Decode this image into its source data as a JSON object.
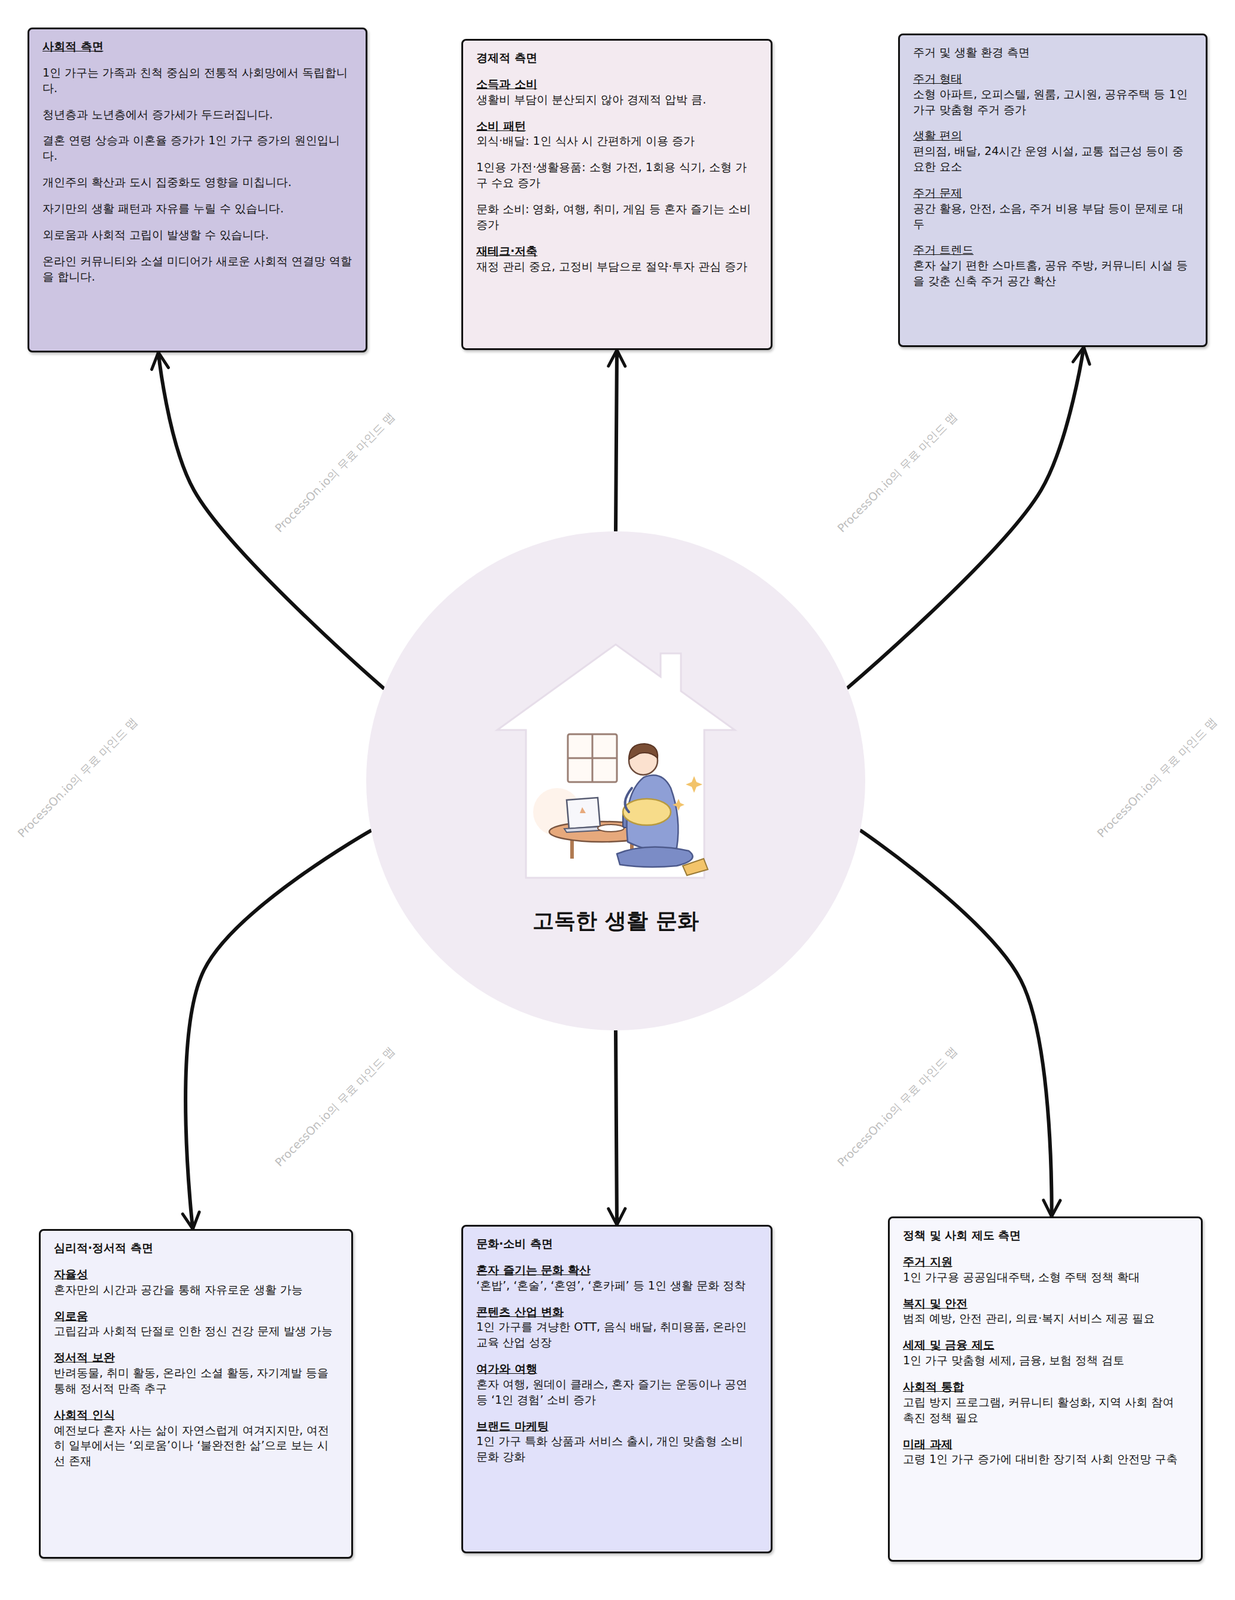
{
  "diagram": {
    "nodes": [
      {
        "text": [
          "사회적 측면",
          "1인 가구는 가족과 친척 중심의 전통적 사회망에서 독립합니다.",
          "청년층과 노년층에서 증가세가 두드러집니다.",
          "결혼 연령 상승과 이혼율 증가가 1인 가구 증가의 원인입니다.",
          "개인주의 확산과 도시 집중화도 영향을 미칩니다.",
          "자기만의 생활 패턴과 자유를 누릴 수 있습니다.",
          "외로움과 사회적 고립이 발생할 수 있습니다.",
          "온라인 커뮤니티와 소셜 미디어가 새로운 사회적 연결망 역할을 합니다."
        ]
      },
      {
        "text": [
          "경제적 측면",
          "소득과 소비",
          "생활비 부담이 분산되지 않아 경제적 압박 큼.",
          "소비 패턴",
          "외식·배달: 1인 식사 시 간편하게 이용 증가",
          "1인용 가전·생활용품: 소형 가전, 1회용 식기, 소형 가구 수요 증가",
          "문화 소비: 영화, 여행, 취미, 게임 등 혼자 즐기는 소비 증가",
          "재테크·저축",
          "재정 관리 중요, 고정비 부담으로 절약·투자 관심 증가"
        ]
      },
      {
        "text": [
          "주거 및 생활 환경 측면",
          "주거 형태",
          "소형 아파트, 오피스텔, 원룸, 고시원, 공유주택 등 1인 가구 맞춤형 주거 증가",
          "생활 편의",
          "편의점, 배달, 24시간 운영 시설, 교통 접근성 등이 중요한 요소",
          "주거 문제",
          "공간 활용, 안전, 소음, 주거 비용 부담 등이 문제로 대두",
          "주거 트렌드",
          "혼자 살기 편한 스마트홈, 공유 주방, 커뮤니티 시설 등을 갖춘 신축 주거 공간 확산"
        ]
      },
      {
        "text": [
          "고독한 생활 문화"
        ]
      },
      {
        "text": [
          "심리적·정서적 측면",
          "자율성",
          "혼자만의 시간과 공간을 통해 자유로운 생활 가능",
          "외로움",
          "고립감과 사회적 단절로 인한 정신 건강 문제 발생 가능",
          "정서적 보완",
          "반려동물, 취미 활동, 온라인 소셜 활동, 자기계발 등을 통해 정서적 만족 추구",
          "사회적 인식",
          "예전보다 혼자 사는 삶이 자연스럽게 여겨지지만, 여전히 일부에서는 ‘외로움’이나 ‘불완전한 삶’으로 보는 시선 존재"
        ]
      },
      {
        "text": [
          "문화·소비 측면",
          "혼자 즐기는 문화 확산",
          "‘혼밥’, ‘혼술’, ‘혼영’, ‘혼카페’ 등 1인 생활 문화 정착",
          "콘텐츠 산업 변화",
          "1인 가구를 겨냥한 OTT, 음식 배달, 취미용품, 온라인 교육 산업 성장",
          "여가와 여행",
          "혼자 여행, 원데이 클래스, 혼자 즐기는 운동이나 공연 등 ‘1인 경험’ 소비 증가",
          "브랜드 마케팅",
          "1인 가구 특화 상품과 서비스 출시, 개인 맞춤형 소비 문화 강화"
        ]
      },
      {
        "text": [
          "정책 및 사회 제도 측면",
          "주거 지원",
          "1인 가구용 공공임대주택, 소형 주택 정책 확대",
          "복지 및 안전",
          "범죄 예방, 안전 관리, 의료·복지 서비스 제공 필요",
          "세제 및 금융 제도",
          "1인 가구 맞춤형 세제, 금융, 보험 정책 검토",
          "사회적 통합",
          "고립 방지 프로그램, 커뮤니티 활성화, 지역 사회 참여 촉진 정책 필요",
          "미래 과제",
          "고령 1인 가구 증가에 대비한 장기적 사회 안전망 구축"
        ]
      }
    ],
    "edges": [
      {
        "from": 3,
        "to": 0,
        "arrow": "to"
      },
      {
        "from": 3,
        "to": 1,
        "arrow": "to"
      },
      {
        "from": 3,
        "to": 2,
        "arrow": "to"
      },
      {
        "from": 3,
        "to": 4,
        "arrow": "to"
      },
      {
        "from": 3,
        "to": 5,
        "arrow": "to"
      },
      {
        "from": 3,
        "to": 6,
        "arrow": "to"
      }
    ],
    "labels": [
      "ProcessOn.io의 무료 마인드 맵",
      "ProcessOn.io의 무료 마인드 맵",
      "ProcessOn.io의 무료 마인드 맵",
      "ProcessOn.io의 무료 마인드 맵",
      "ProcessOn.io의 무료 마인드 맵",
      "ProcessOn.io의 무료 마인드 맵"
    ]
  }
}
